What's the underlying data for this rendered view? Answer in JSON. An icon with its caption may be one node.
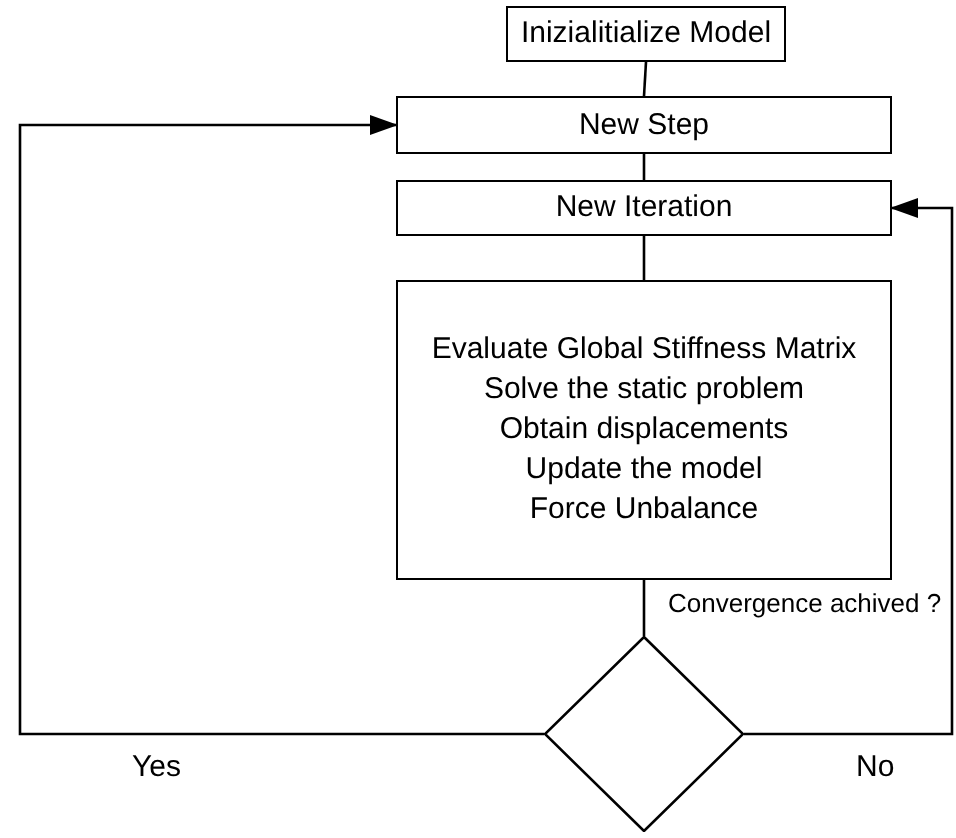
{
  "diagram": {
    "nodes": [
      {
        "text": [
          "Inizialitialize Model"
        ]
      },
      {
        "text": [
          "New Step"
        ]
      },
      {
        "text": [
          "New Iteration"
        ]
      },
      {
        "text": [
          "Evaluate Global Stiffness Matrix",
          "Solve the static problem",
          "Obtain displacements",
          "Update the model",
          "Force Unbalance"
        ]
      },
      {
        "text": [],
        "shape": "diamond",
        "beside": [
          "Convergence achived ?"
        ]
      }
    ],
    "edges": [
      {
        "from": 0,
        "to": 1,
        "arrow": "none"
      },
      {
        "from": 1,
        "to": 2,
        "arrow": "none"
      },
      {
        "from": 2,
        "to": 3,
        "arrow": "none"
      },
      {
        "from": 3,
        "to": 4,
        "arrow": "none"
      },
      {
        "from": 4,
        "to": 1,
        "arrow": "to",
        "label": "Yes"
      },
      {
        "from": 4,
        "to": 2,
        "arrow": "to",
        "label": "No"
      }
    ]
  }
}
